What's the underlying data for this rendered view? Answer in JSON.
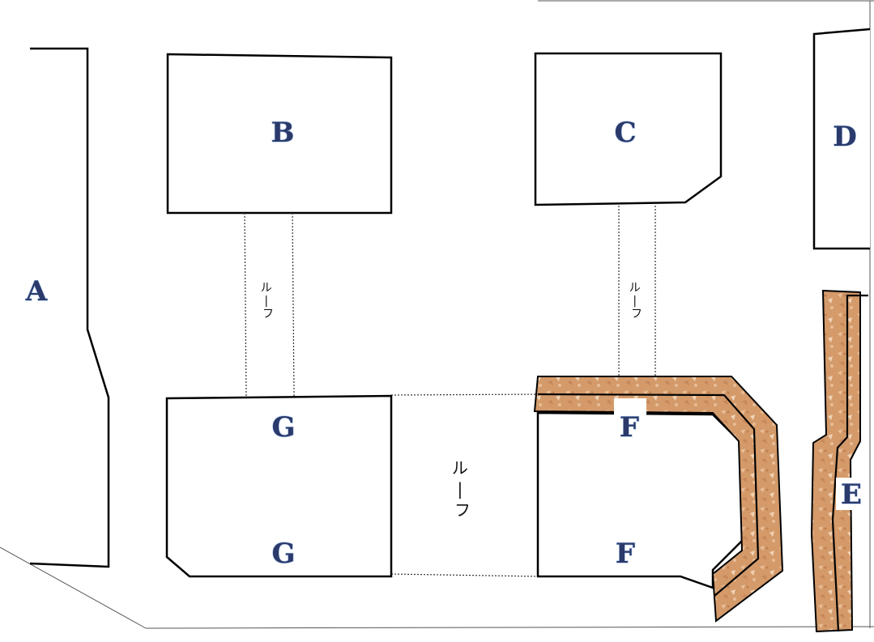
{
  "buildings": [
    {
      "id": "A",
      "label": "A"
    },
    {
      "id": "B",
      "label": "B"
    },
    {
      "id": "C",
      "label": "C"
    },
    {
      "id": "D",
      "label": "D"
    },
    {
      "id": "E",
      "label": "E"
    },
    {
      "id": "G-left",
      "label": "G"
    },
    {
      "id": "F-left",
      "label": "F"
    },
    {
      "id": "G-right",
      "label": "G"
    },
    {
      "id": "F-right",
      "label": "F"
    }
  ],
  "roofs": [
    {
      "id": "roof-b-g",
      "label": "ルーフ"
    },
    {
      "id": "roof-c-g",
      "label": "ルーフ"
    },
    {
      "id": "roof-center",
      "label": "ルーフ"
    }
  ],
  "colors": {
    "walkway": "#d49a6a",
    "walkway_highlight": "#f0d2b4",
    "label_fill": "#2b3a6b",
    "label_outline": "#a9c4ea"
  }
}
